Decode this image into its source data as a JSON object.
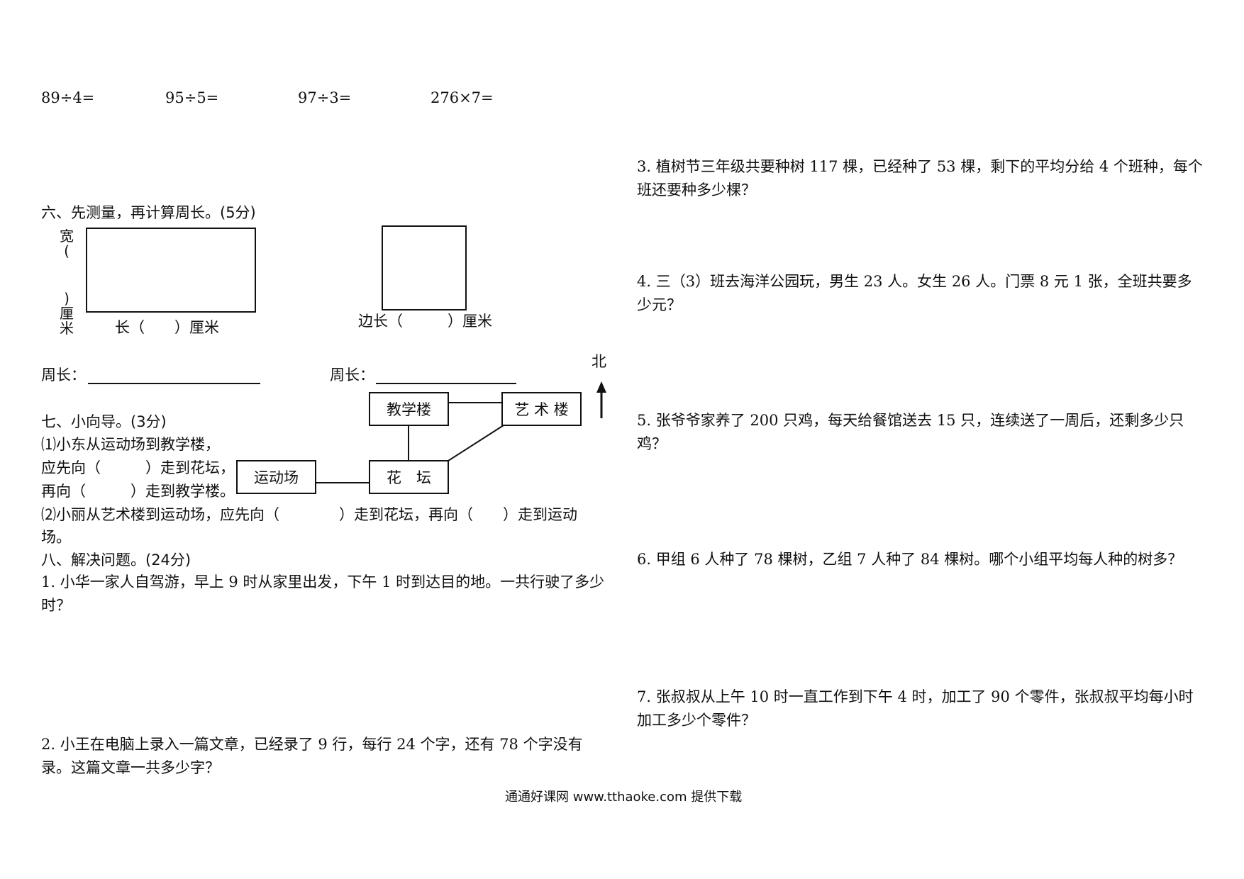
{
  "calc_row": [
    "89÷4=",
    "95÷5=",
    "97÷3=",
    "276×7="
  ],
  "section6": {
    "heading": "六、先测量，再计算周长。(5分)",
    "rect_width_label": [
      "宽",
      "(",
      "",
      ")",
      "厘",
      "米"
    ],
    "rect_length_label": "长（　　）厘米",
    "square_side_label": "边长（　　　）厘米",
    "perimeter_label_1": "周长：",
    "perimeter_label_2": "周长："
  },
  "section7": {
    "heading": "七、小向导。(3分)",
    "q1_line1": "⑴小东从运动场到教学楼，",
    "q1_line2": "应先向（　　　）走到花坛，",
    "q1_line3": "再向（　　　）走到教学楼。",
    "q2_line1": "⑵小丽从艺术楼到运动场，应先向（　　　　）走到花坛，再向（　　）走到运动",
    "q2_line2": "场。",
    "map": {
      "north": "北",
      "teaching_building": "教学楼",
      "art_building": "艺 术 楼",
      "flower_bed": "花　坛",
      "sports_field": "运动场"
    }
  },
  "section8": {
    "heading": "八、解决问题。(24分)",
    "p1": "1. 小华一家人自驾游，早上 9 时从家里出发，下午 1 时到达目的地。一共行驶了多少时？",
    "p2": "2. 小王在电脑上录入一篇文章，已经录了 9 行，每行 24 个字，还有 78 个字没有录。这篇文章一共多少字？",
    "p3": "3. 植树节三年级共要种树 117 棵，已经种了 53 棵，剩下的平均分给 4 个班种，每个班还要种多少棵？",
    "p4": "4. 三（3）班去海洋公园玩，男生 23 人。女生 26 人。门票 8 元 1 张，全班共要多少元？",
    "p5": "5. 张爷爷家养了 200 只鸡，每天给餐馆送去 15 只，连续送了一周后，还剩多少只鸡？",
    "p6": "6. 甲组 6 人种了 78 棵树，乙组 7 人种了 84 棵树。哪个小组平均每人种的树多？",
    "p7": "7.  张叔叔从上午 10 时一直工作到下午 4 时，加工了 90 个零件，张叔叔平均每小时加工多少个零件？"
  },
  "footer": "通通好课网  www.tthaoke.com  提供下载"
}
